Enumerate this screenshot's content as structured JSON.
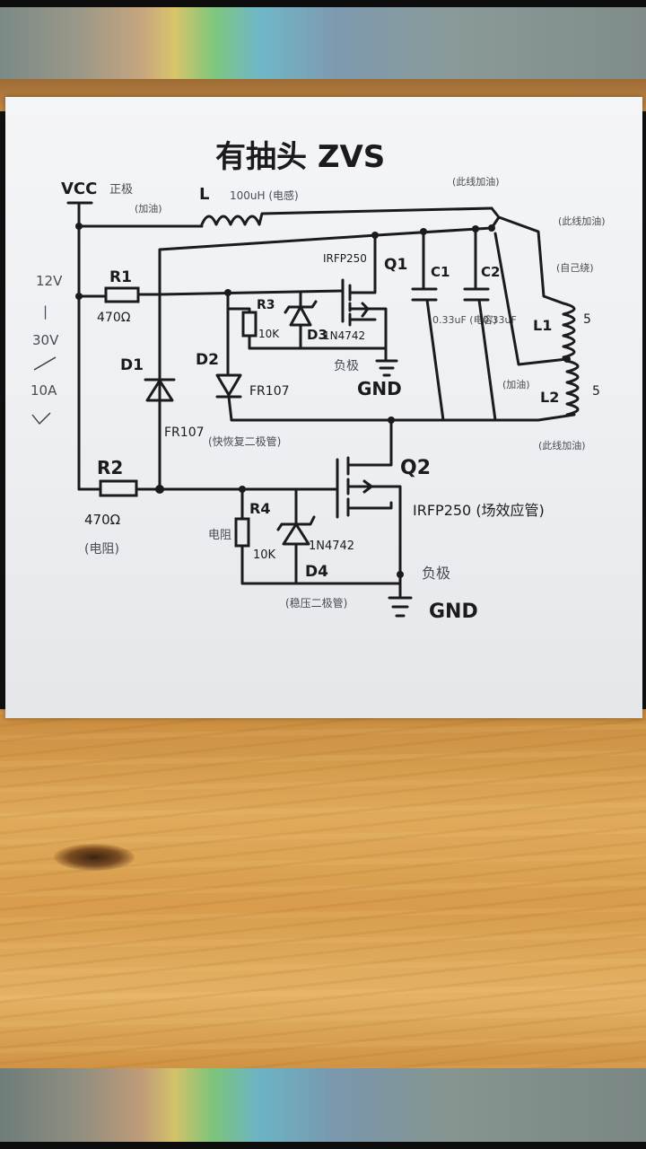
{
  "title": "有抽头 ZVS",
  "supply": {
    "vcc": "VCC",
    "vcc_note": "正极",
    "add_note": "(加油)",
    "range_12": "12V",
    "range_sep": "|",
    "range_30": "30V",
    "current": "10A"
  },
  "inductor": {
    "ref": "L",
    "value": "100uH (电感)"
  },
  "r1": {
    "ref": "R1",
    "value": "470Ω"
  },
  "r2": {
    "ref": "R2",
    "value": "470Ω",
    "note": "(电阻)"
  },
  "r3": {
    "ref": "R3",
    "value": "10K"
  },
  "r4": {
    "ref": "R4",
    "value": "10K",
    "note": "电阻"
  },
  "d1": {
    "ref": "D1",
    "value": "FR107"
  },
  "d2": {
    "ref": "D2",
    "value": "FR107",
    "note": "(快恢复二极管)"
  },
  "d3": {
    "ref": "D3",
    "value": "1N4742"
  },
  "d4": {
    "ref": "D4",
    "value": "1N4742",
    "note": "(稳压二极管)"
  },
  "q1": {
    "ref": "Q1",
    "value": "IRFP250"
  },
  "q2": {
    "ref": "Q2",
    "value": "IRFP250 (场效应管)"
  },
  "c1": {
    "ref": "C1",
    "value": "0.33uF (电容)"
  },
  "c2": {
    "ref": "C2",
    "value": "0.33uF"
  },
  "coil": {
    "l1": "L1",
    "l2": "L2",
    "turns1": "5",
    "turns2": "5",
    "mid_note": "(加油)",
    "top_note": "(此线加油)",
    "coil_note": "(自己绕)",
    "bottom_note": "(此线加油)",
    "lead_note": "(此线加油)"
  },
  "gnd1": {
    "neg": "负极",
    "label": "GND"
  },
  "gnd2": {
    "neg": "负极",
    "label": "GND"
  }
}
